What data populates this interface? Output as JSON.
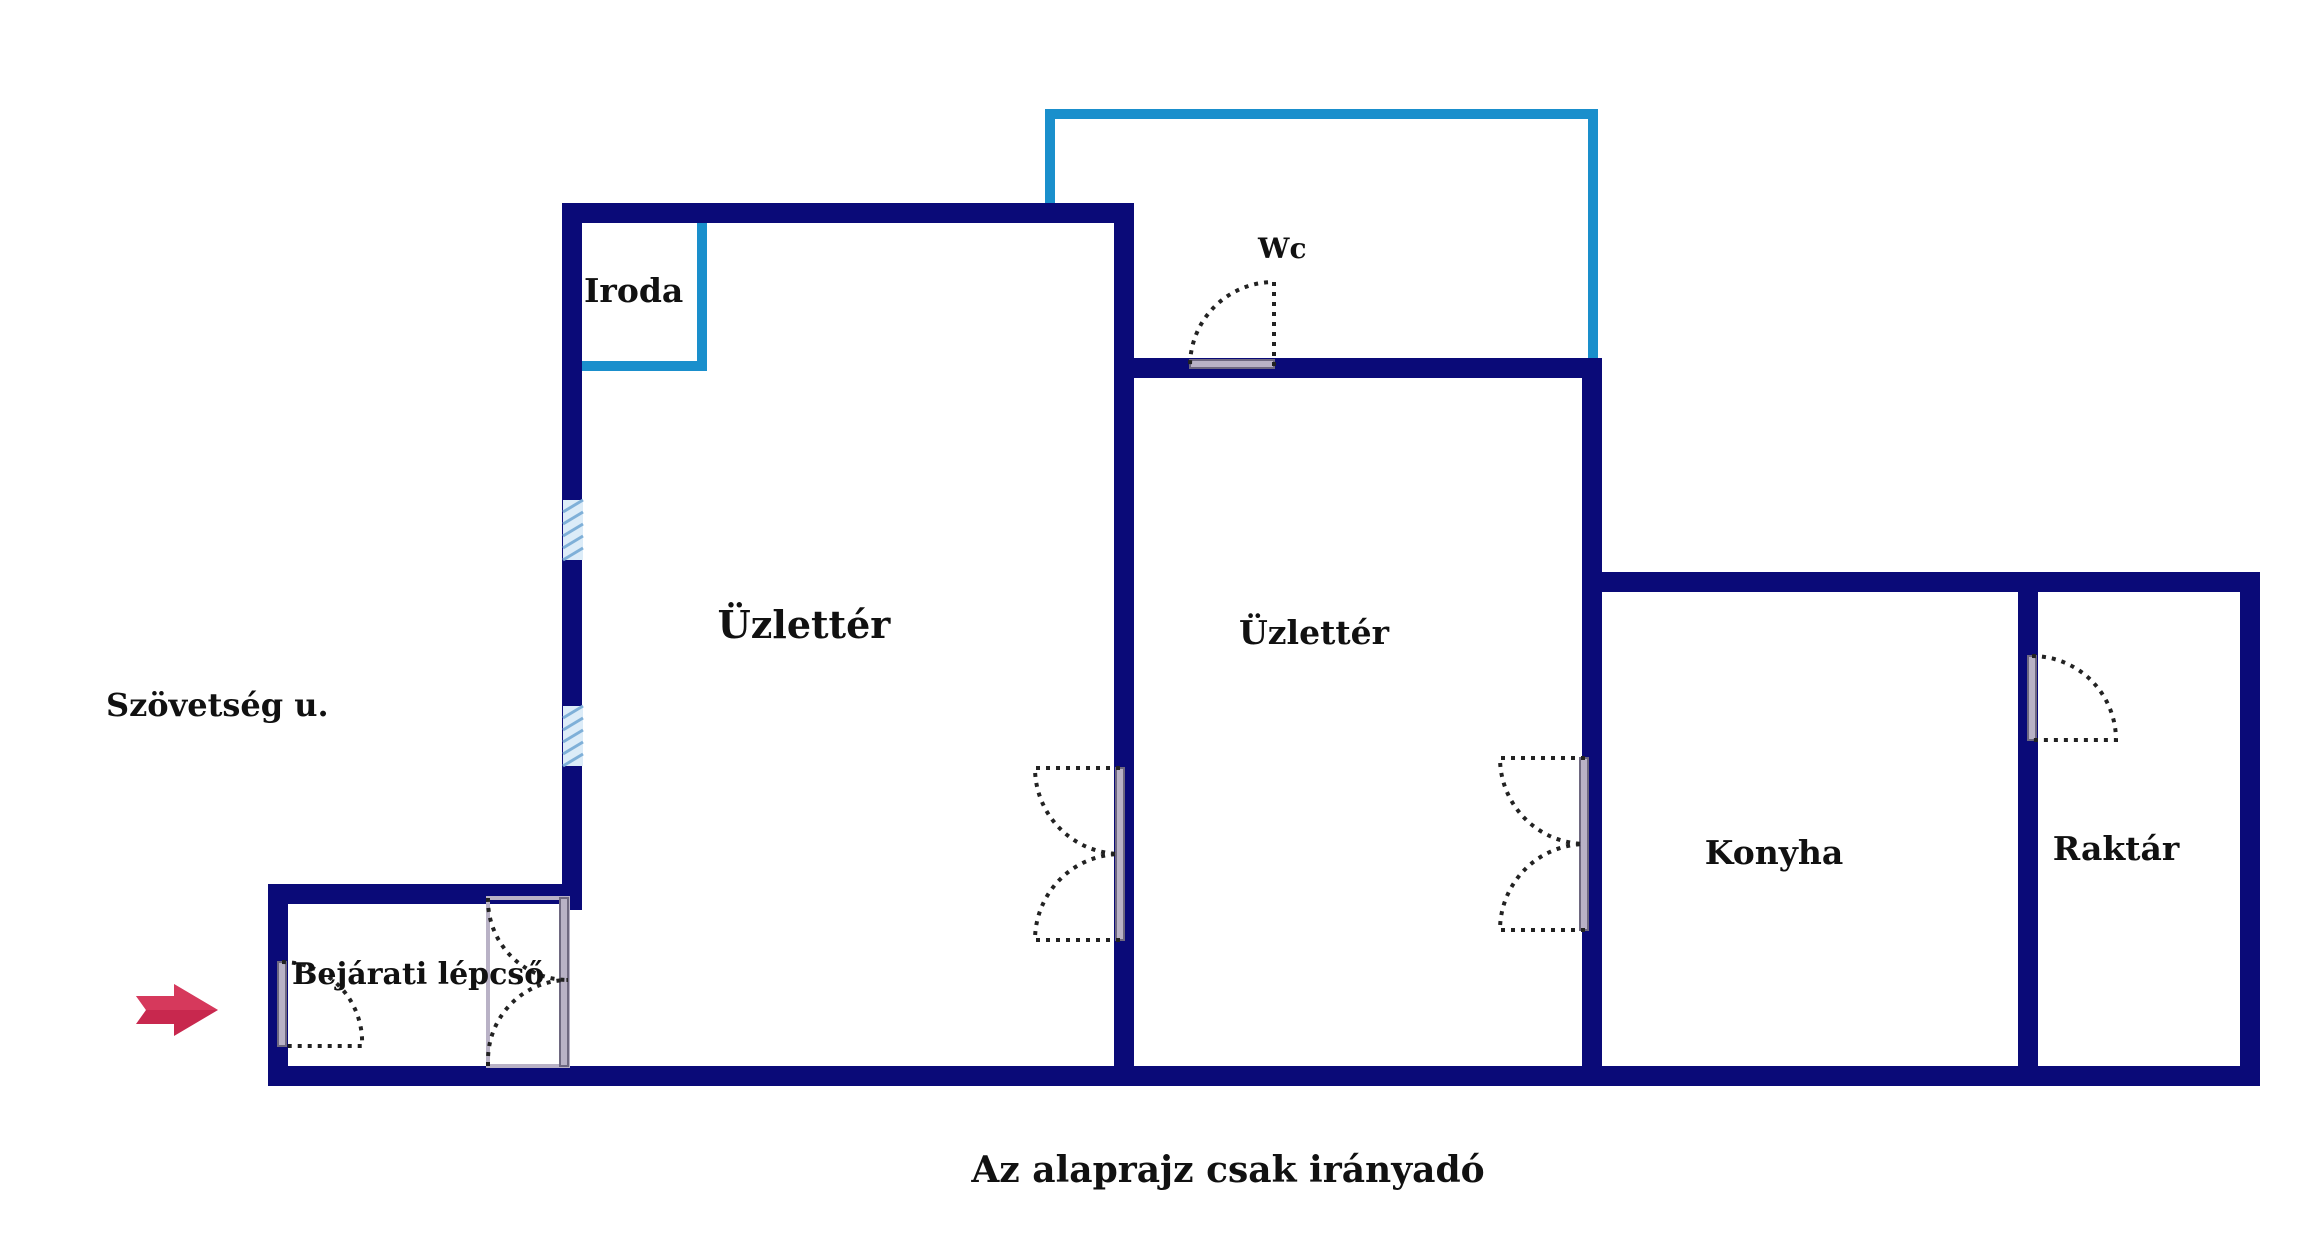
{
  "labels": {
    "iroda": "Iroda",
    "wc": "Wc",
    "uzletter_1": "Üzlettér",
    "uzletter_2": "Üzlettér",
    "konyha": "Konyha",
    "raktar": "Raktár",
    "bejarati_lepcso": "Bejárati lépcső",
    "street": "Szövetség u.",
    "footer_note": "Az alaprajz csak irányadó"
  },
  "colors": {
    "wall_main": "#0a0a78",
    "wall_secondary": "#1a8fcc",
    "entrance_arrow": "#c8284e",
    "window_hatch": "#7fb0d8",
    "door_jamb": "#b9b2c6",
    "background": "#ffffff"
  },
  "icons": {
    "entrance": "arrow-right-icon"
  }
}
